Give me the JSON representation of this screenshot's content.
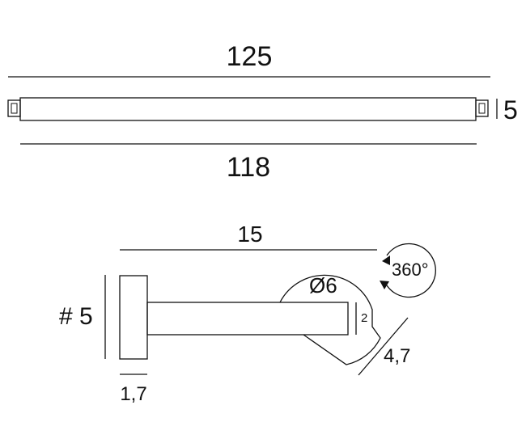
{
  "top_view": {
    "overall_length": "125",
    "body_length": "118",
    "height": "5"
  },
  "side_view": {
    "arm_length": "15",
    "rotation": "360°",
    "head_diameter": "Ø6",
    "arm_thickness": "2",
    "head_depth": "4,7",
    "mount_size": "# 5",
    "mount_thickness": "1,7"
  },
  "colors": {
    "line": "#111111",
    "background": "#ffffff"
  }
}
